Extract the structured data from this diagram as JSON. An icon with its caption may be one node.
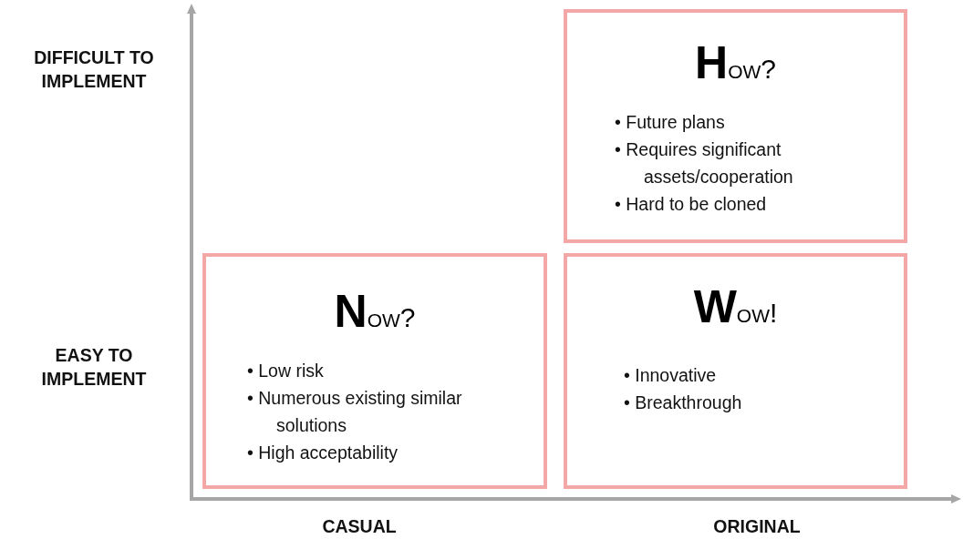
{
  "diagram": {
    "nodes": [
      {
        "text": [
          "How?",
          "• Future plans",
          "• Requires significant assets/cooperation",
          "• Hard to be cloned"
        ]
      },
      {
        "text": [
          "Now?",
          "• Low risk",
          "• Numerous existing similar solutions",
          "• High acceptability"
        ]
      },
      {
        "text": [
          "Wow!",
          "• Innovative",
          "• Breakthrough"
        ]
      }
    ],
    "edges": [],
    "labels": [
      "DIFFICULT TO IMPLEMENT",
      "EASY TO IMPLEMENT",
      "CASUAL",
      "ORIGINAL"
    ]
  }
}
